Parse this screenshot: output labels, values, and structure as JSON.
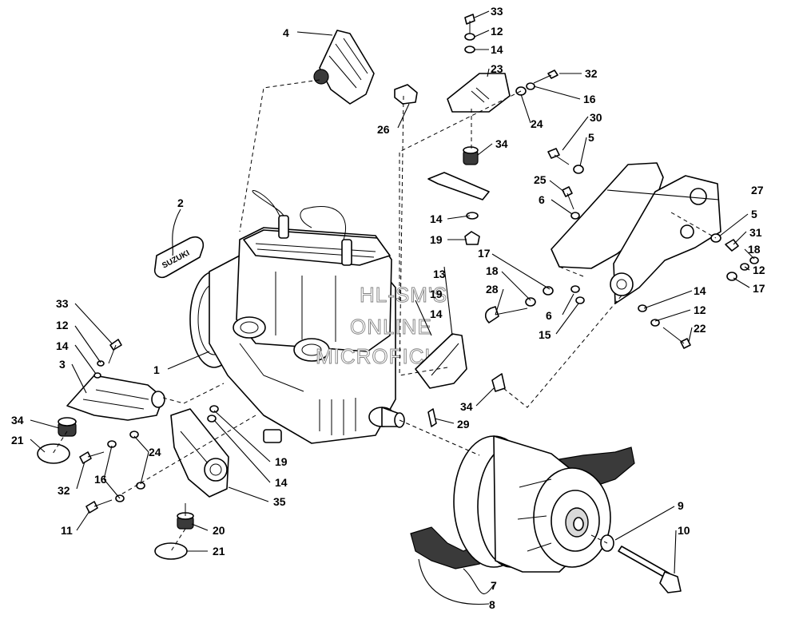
{
  "watermark": {
    "line1": "HL-SM'S",
    "line2": "ONLINE",
    "line3": "MICROFICHE"
  },
  "callouts": {
    "c1": "1",
    "c2": "2",
    "c3": "3",
    "c4": "4",
    "c5a": "5",
    "c5b": "5",
    "c6a": "6",
    "c6b": "6",
    "c7": "7",
    "c8": "8",
    "c9": "9",
    "c10": "10",
    "c11": "11",
    "c12a": "12",
    "c12b": "12",
    "c12c": "12",
    "c12d": "12",
    "c13": "13",
    "c14a": "14",
    "c14b": "14",
    "c14c": "14",
    "c14d": "14",
    "c14e": "14",
    "c14f": "14",
    "c15": "15",
    "c16a": "16",
    "c16b": "16",
    "c17a": "17",
    "c17b": "17",
    "c18a": "18",
    "c18b": "18",
    "c19a": "19",
    "c19b": "19",
    "c19c": "19",
    "c20": "20",
    "c21a": "21",
    "c21b": "21",
    "c22": "22",
    "c23": "23",
    "c24a": "24",
    "c24b": "24",
    "c25": "25",
    "c26": "26",
    "c27": "27",
    "c28": "28",
    "c29": "29",
    "c30": "30",
    "c31": "31",
    "c32a": "32",
    "c32b": "32",
    "c33a": "33",
    "c33b": "33",
    "c34a": "34",
    "c34b": "34",
    "c34c": "34",
    "c35": "35"
  },
  "decal": {
    "brand": "SUZUKI"
  }
}
